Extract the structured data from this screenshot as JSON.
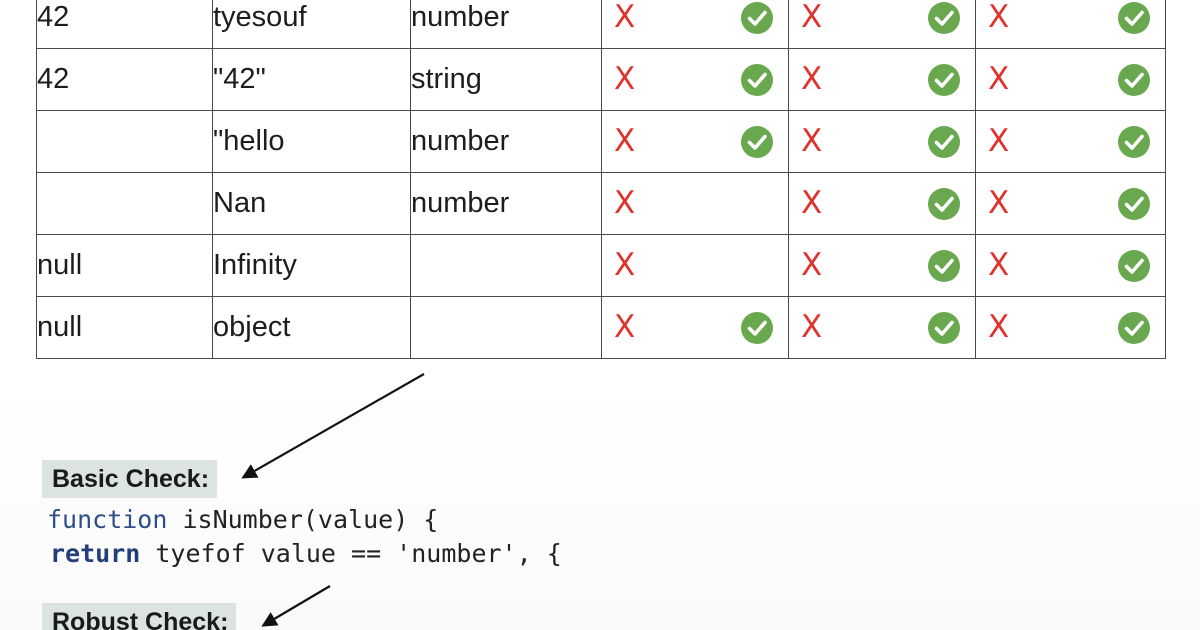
{
  "table": {
    "rows": [
      {
        "c1": "42",
        "c2": "tyesouf",
        "c3": "number",
        "marks": [
          [
            true,
            true
          ],
          [
            true,
            true
          ],
          [
            true,
            true
          ]
        ]
      },
      {
        "c1": "42",
        "c2": "\"42\"",
        "c3": "string",
        "marks": [
          [
            true,
            true
          ],
          [
            true,
            true
          ],
          [
            true,
            true
          ]
        ]
      },
      {
        "c1": "",
        "c2": "\"hello",
        "c3": "number",
        "marks": [
          [
            true,
            true
          ],
          [
            true,
            true
          ],
          [
            true,
            true
          ]
        ]
      },
      {
        "c1": "",
        "c2": "Nan",
        "c3": "number",
        "marks": [
          [
            true,
            false
          ],
          [
            true,
            true
          ],
          [
            true,
            true
          ]
        ]
      },
      {
        "c1": "null",
        "c2": "Infinity",
        "c3": "",
        "marks": [
          [
            true,
            false
          ],
          [
            true,
            true
          ],
          [
            true,
            true
          ]
        ]
      },
      {
        "c1": "null",
        "c2": "object",
        "c3": "",
        "marks": [
          [
            true,
            true
          ],
          [
            true,
            true
          ],
          [
            true,
            true
          ]
        ]
      }
    ],
    "x_glyph": "X",
    "colors": {
      "x": "#e0322d",
      "check": "#6aa84f",
      "border": "#4a4a4a"
    },
    "icons": {
      "fail": "x-mark-icon",
      "pass": "check-circle-icon"
    }
  },
  "basic": {
    "heading": "Basic Check:",
    "line1_kw": "function",
    "line1_rest": " isNumber(value) {",
    "line2_kw": "return",
    "line2_rest": " tyefof value == 'number', {"
  },
  "robust": {
    "heading": "Robust Check:"
  }
}
